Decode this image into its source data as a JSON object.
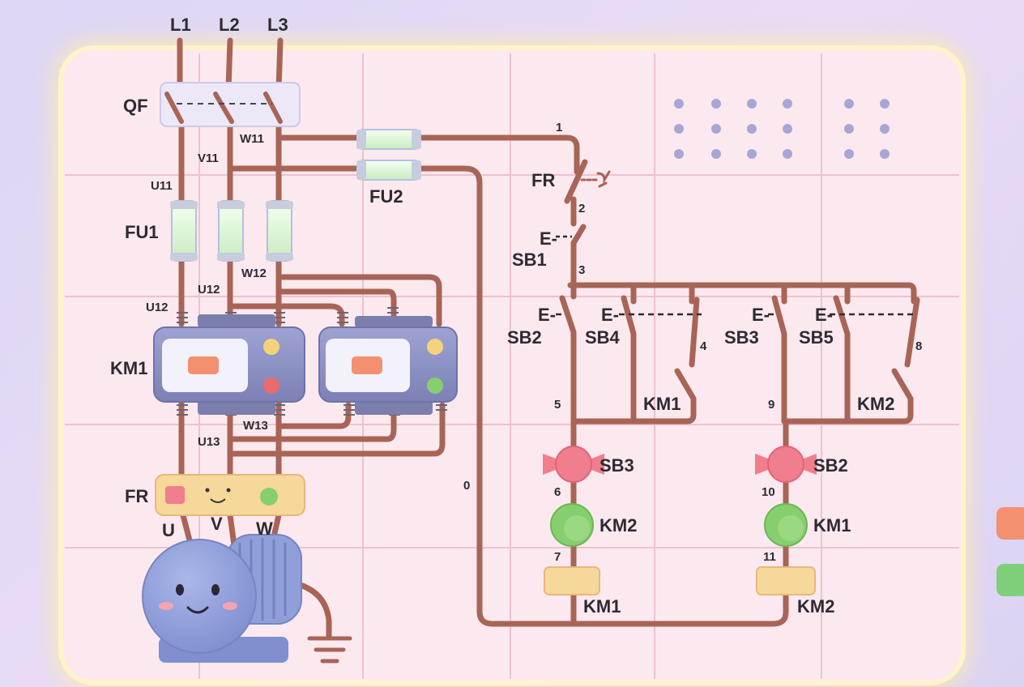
{
  "labels": {
    "phases": [
      "L1",
      "L2",
      "L3"
    ],
    "breaker": "QF",
    "fuse_main": "FU1",
    "fuse_control": "FU2",
    "contactor": "KM1",
    "overload_power": "FR",
    "motor_terminals": [
      "U",
      "V",
      "W"
    ],
    "overload_control": "FR",
    "wire_marks": [
      "U11",
      "V11",
      "W11",
      "U12",
      "W12",
      "U13",
      "W13"
    ],
    "left_mark_u12": "U12",
    "left_mark_u11": "U11",
    "stop_labels": [
      "E-",
      "SB1"
    ],
    "branch1": {
      "sb2": [
        "E-",
        "SB2"
      ],
      "sb4": [
        "E-",
        "SB4"
      ],
      "aux": "KM1",
      "pb": "SB3",
      "interlock": "KM2",
      "coil": "KM1"
    },
    "branch2": {
      "sb3": [
        "E-",
        "SB3"
      ],
      "sb5": [
        "E-",
        "SB5"
      ],
      "aux": "KM2",
      "pb": "SB2",
      "interlock": "KM1",
      "coil": "KM2"
    },
    "nodes": [
      "0",
      "1",
      "2",
      "3",
      "4",
      "5",
      "6",
      "7",
      "8",
      "9",
      "10",
      "11"
    ]
  },
  "colors": {
    "wire": "#a86456",
    "board": "#fbe9ef",
    "grid": "#ecc2cf",
    "contactor_body": "#8e93c4",
    "fuse_glass": "#dff6d8",
    "coil_block": "#f6d89a",
    "button_red": "#f07e8c",
    "button_green": "#86cf6e",
    "motor": "#8f9fd8",
    "accent_orange": "#f2906f",
    "accent_green": "#7fcf7a"
  },
  "icons": {
    "motor": "smiling-motor-icon",
    "ground": "ground-icon",
    "overload_relay": "smiling-relay-icon"
  }
}
